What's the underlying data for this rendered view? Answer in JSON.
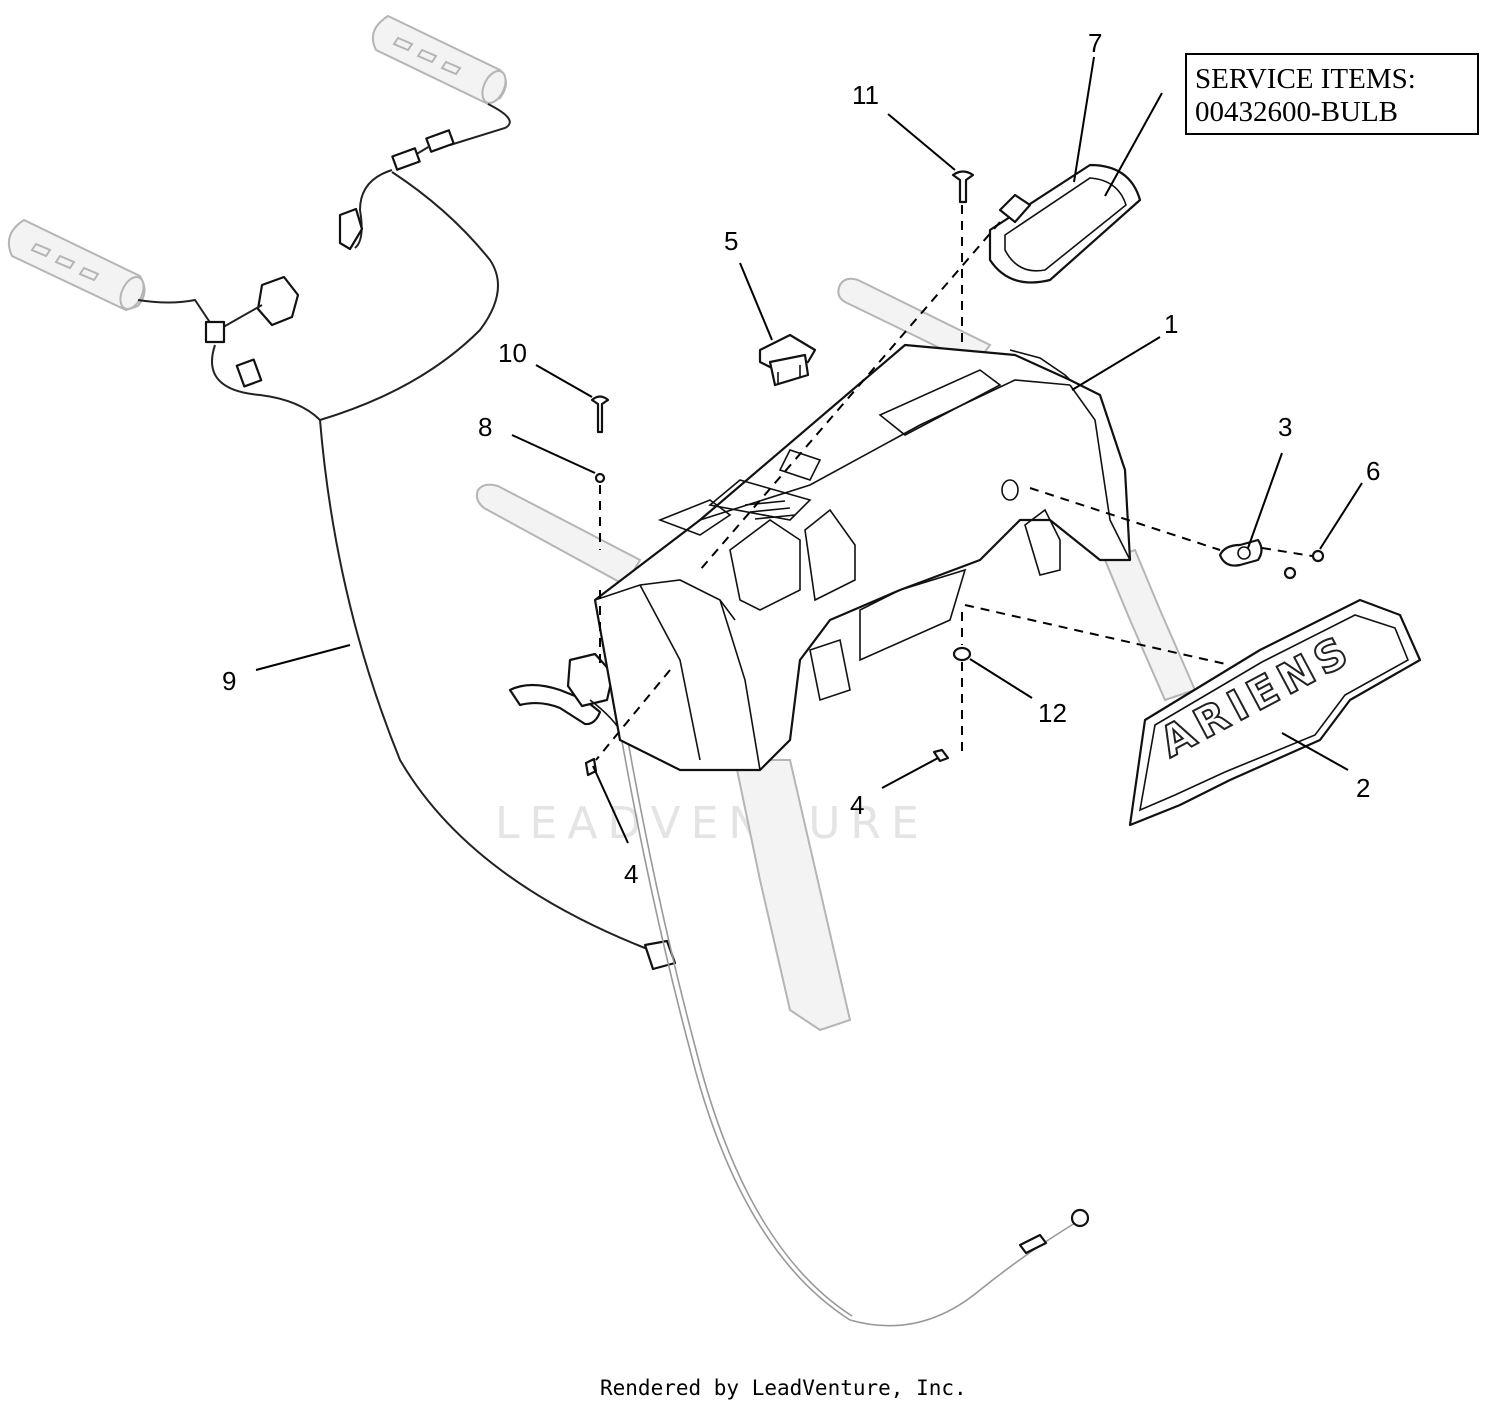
{
  "callouts": [
    {
      "id": "1",
      "label": "1"
    },
    {
      "id": "2",
      "label": "2"
    },
    {
      "id": "3",
      "label": "3"
    },
    {
      "id": "4a",
      "label": "4"
    },
    {
      "id": "4b",
      "label": "4"
    },
    {
      "id": "5",
      "label": "5"
    },
    {
      "id": "6",
      "label": "6"
    },
    {
      "id": "7",
      "label": "7"
    },
    {
      "id": "8",
      "label": "8"
    },
    {
      "id": "9",
      "label": "9"
    },
    {
      "id": "10",
      "label": "10"
    },
    {
      "id": "11",
      "label": "11"
    },
    {
      "id": "12",
      "label": "12"
    }
  ],
  "service_box": {
    "line1": "SERVICE ITEMS:",
    "line2": "00432600-BULB"
  },
  "logo_text": "ARIENS",
  "watermark": "LEADVENTURE",
  "footer": "Rendered by LeadVenture, Inc."
}
